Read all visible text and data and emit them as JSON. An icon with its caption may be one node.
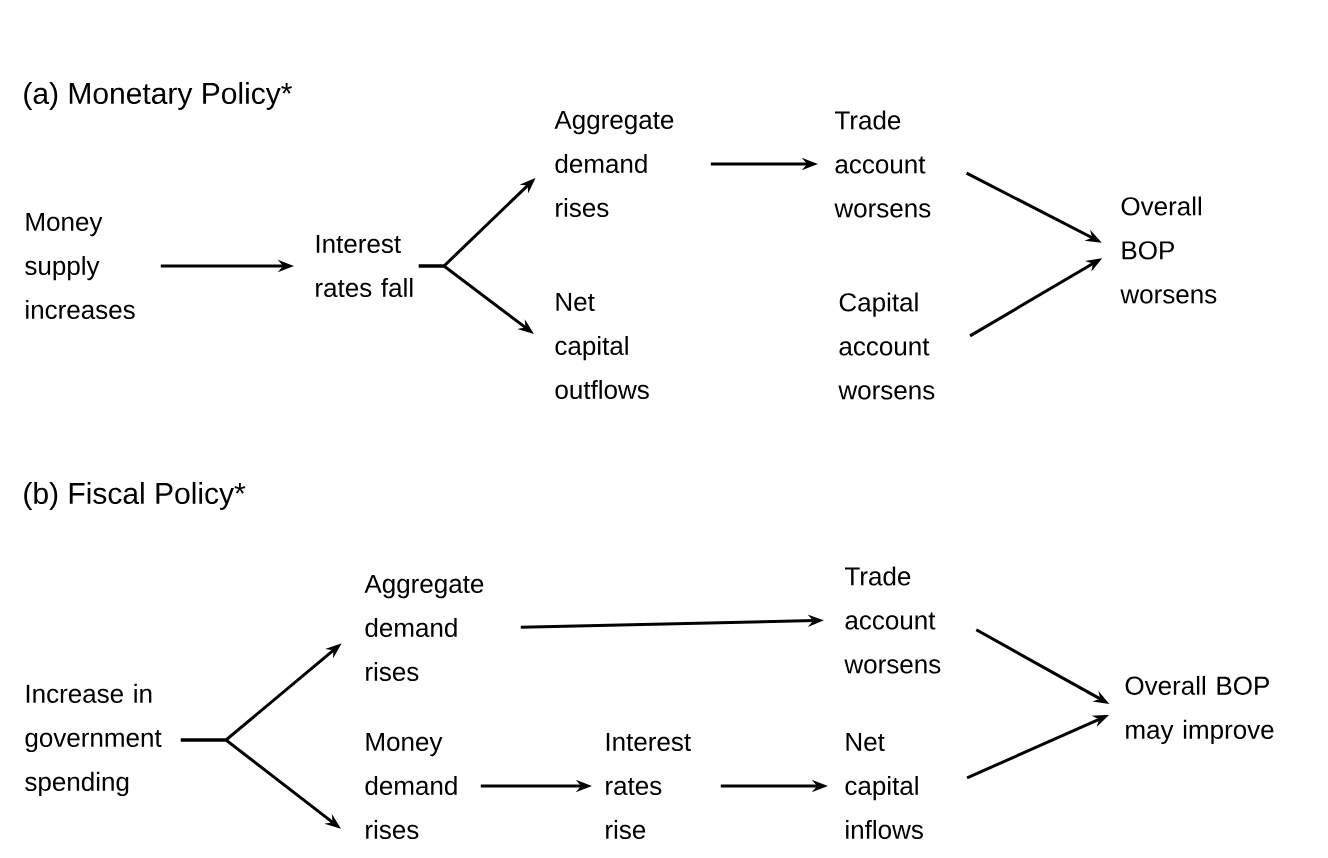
{
  "diagram": {
    "nodes": [
      {
        "text": [
          "Money supply increases"
        ]
      },
      {
        "text": [
          "Interest rates fall"
        ]
      },
      {
        "text": [
          "Aggregate demand rises"
        ]
      },
      {
        "text": [
          "Net capital outflows"
        ]
      },
      {
        "text": [
          "Trade account worsens"
        ]
      },
      {
        "text": [
          "Capital account worsens"
        ]
      },
      {
        "text": [
          "Overall BOP worsens"
        ]
      },
      {
        "text": [
          "Increase in government spending"
        ]
      },
      {
        "text": [
          "Aggregate demand rises"
        ]
      },
      {
        "text": [
          "Money demand rises"
        ]
      },
      {
        "text": [
          "Interest rates rise"
        ]
      },
      {
        "text": [
          "Trade account worsens"
        ]
      },
      {
        "text": [
          "Net capital inflows"
        ]
      },
      {
        "text": [
          "Overall BOP may improve"
        ]
      }
    ],
    "edges": [
      {
        "from": 0,
        "to": 1,
        "arrow": "to"
      },
      {
        "from": 1,
        "to": 2,
        "arrow": "to"
      },
      {
        "from": 1,
        "to": 3,
        "arrow": "to"
      },
      {
        "from": 2,
        "to": 4,
        "arrow": "to"
      },
      {
        "from": 4,
        "to": 6,
        "arrow": "to"
      },
      {
        "from": 5,
        "to": 6,
        "arrow": "to"
      },
      {
        "from": 7,
        "to": 8,
        "arrow": "to"
      },
      {
        "from": 7,
        "to": 9,
        "arrow": "to"
      },
      {
        "from": 8,
        "to": 11,
        "arrow": "to"
      },
      {
        "from": 9,
        "to": 10,
        "arrow": "to"
      },
      {
        "from": 10,
        "to": 12,
        "arrow": "to"
      },
      {
        "from": 11,
        "to": 13,
        "arrow": "to"
      },
      {
        "from": 12,
        "to": 13,
        "arrow": "to"
      }
    ],
    "labels": [
      "(a) Monetary Policy*",
      "(b) Fiscal Policy*"
    ]
  }
}
